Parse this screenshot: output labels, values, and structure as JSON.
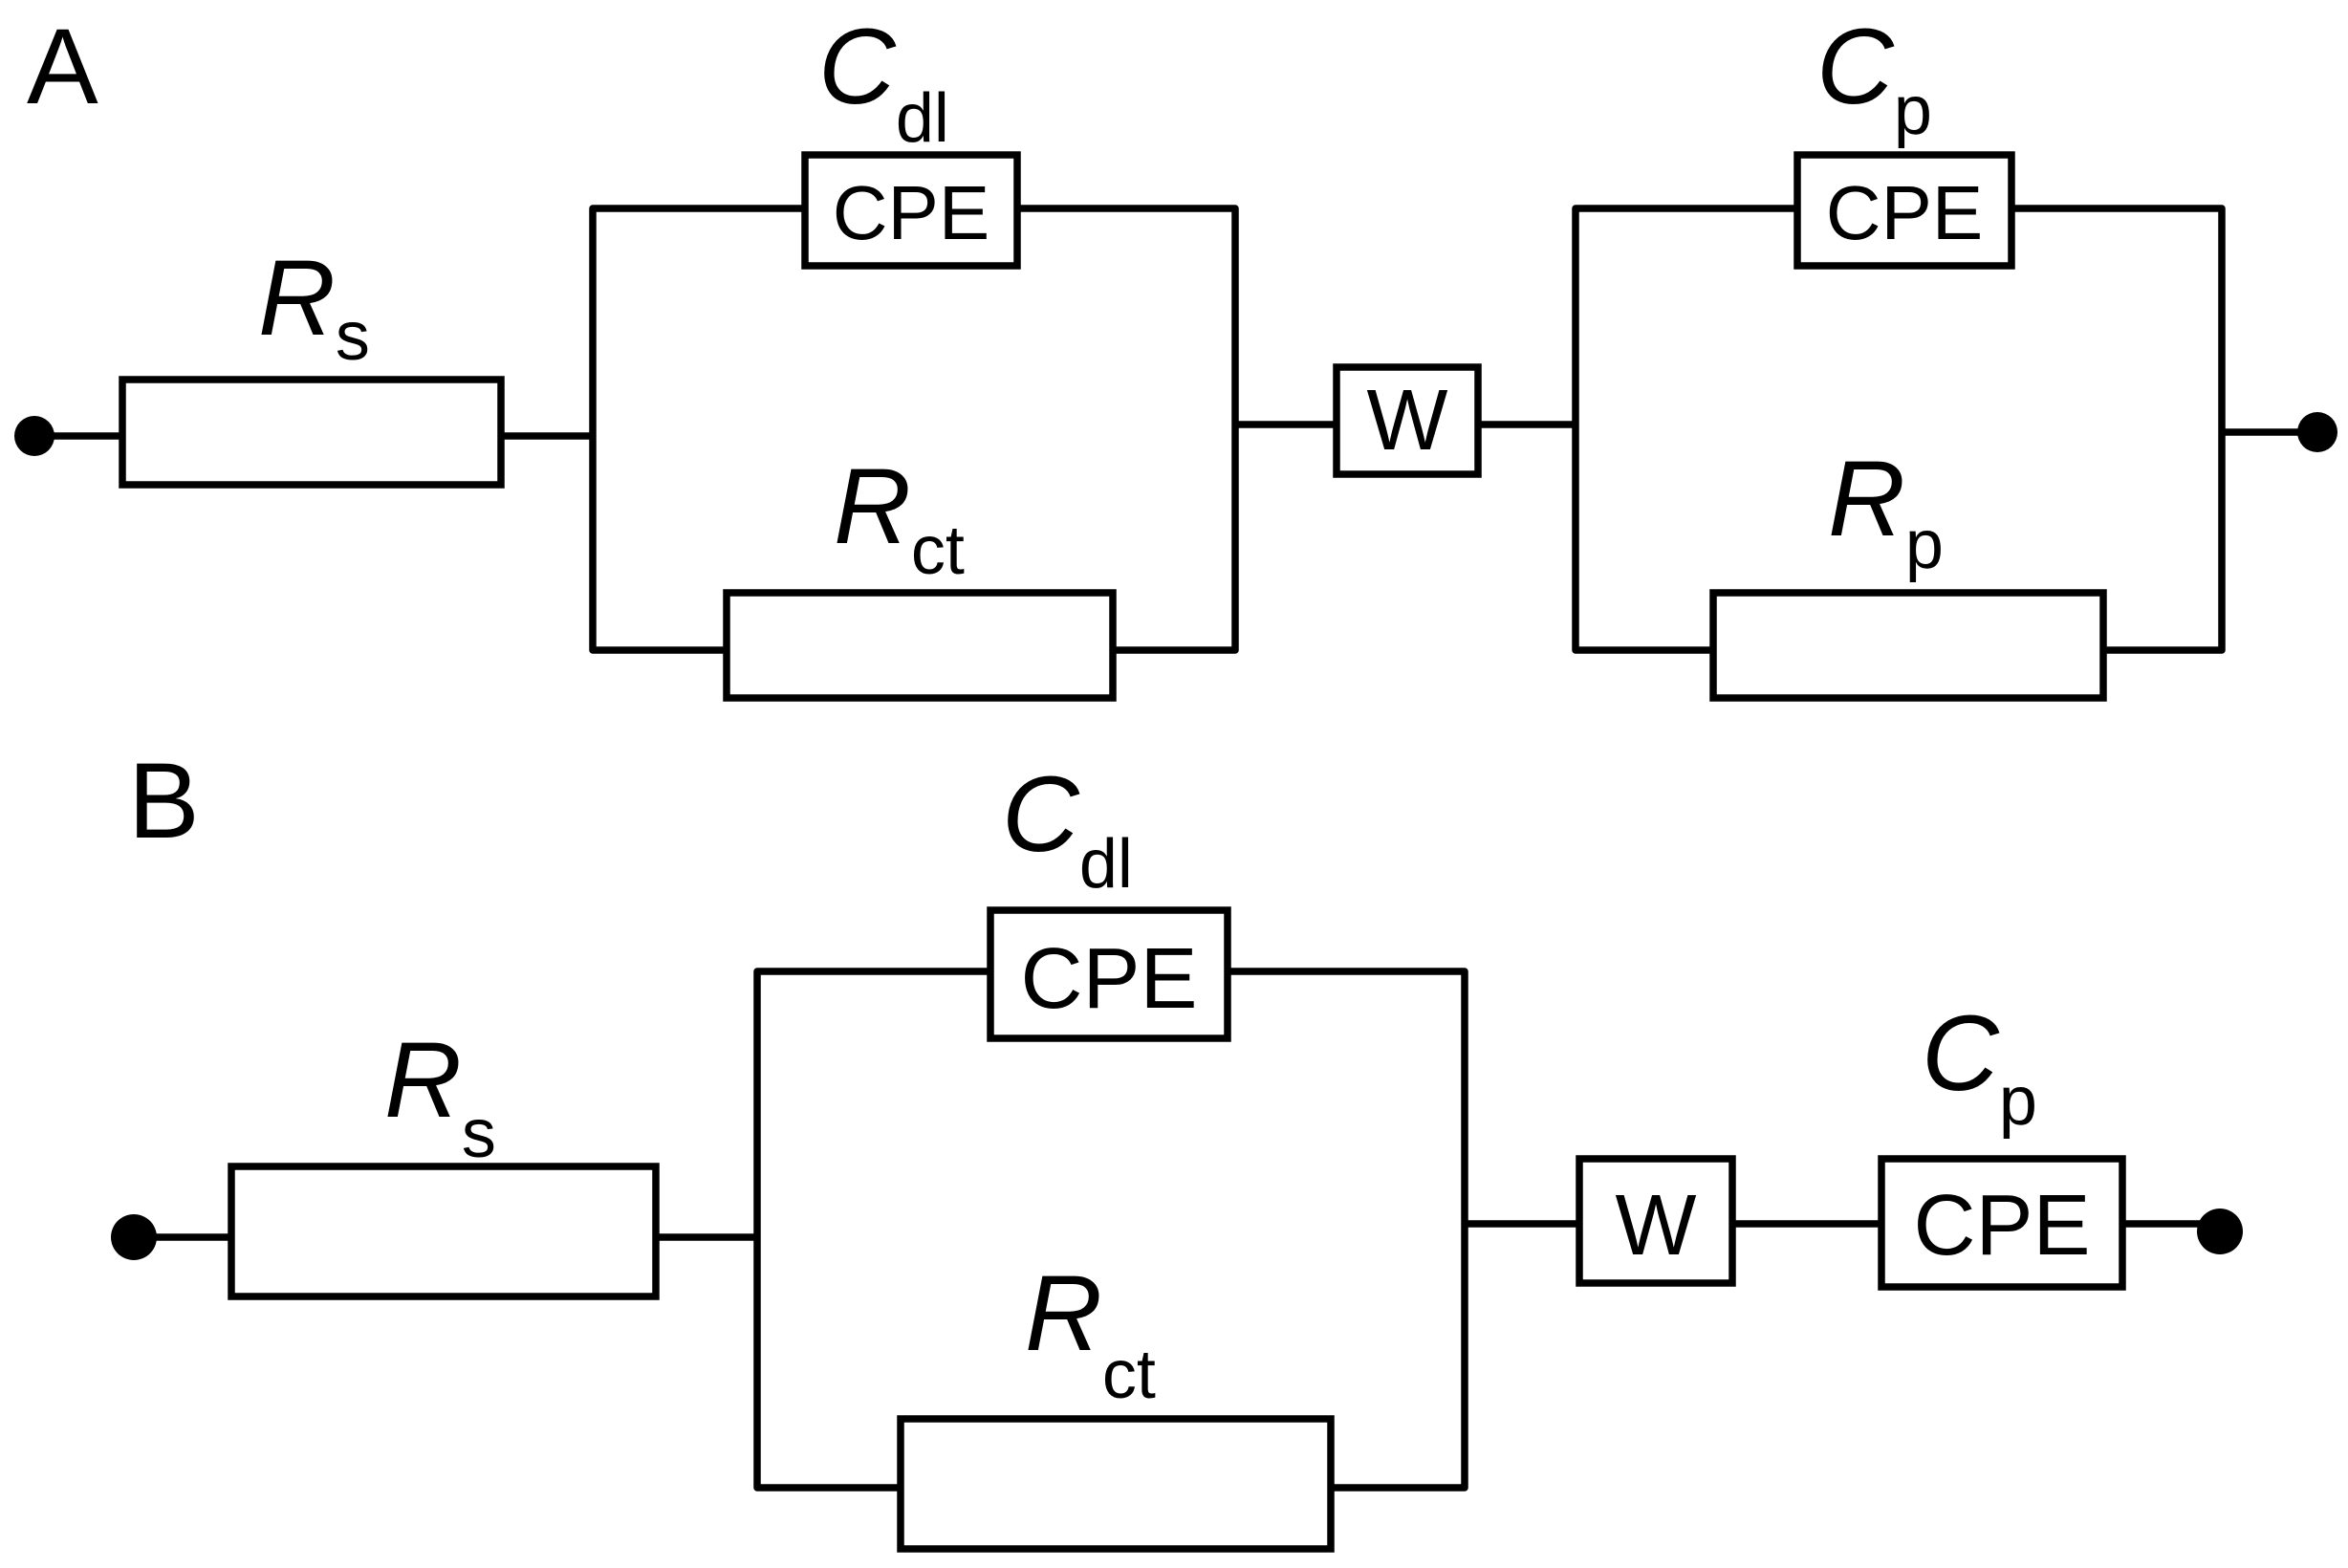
{
  "panels": {
    "a": {
      "label": "A",
      "rs": {
        "symbol": "R",
        "sub": "s"
      },
      "cdl": {
        "symbol": "C",
        "sub": "dl",
        "box": "CPE"
      },
      "rct": {
        "symbol": "R",
        "sub": "ct"
      },
      "w": {
        "box": "W"
      },
      "cp": {
        "symbol": "C",
        "sub": "p",
        "box": "CPE"
      },
      "rp": {
        "symbol": "R",
        "sub": "p"
      }
    },
    "b": {
      "label": "B",
      "rs": {
        "symbol": "R",
        "sub": "s"
      },
      "cdl": {
        "symbol": "C",
        "sub": "dl",
        "box": "CPE"
      },
      "rct": {
        "symbol": "R",
        "sub": "ct"
      },
      "w": {
        "box": "W"
      },
      "cp": {
        "symbol": "C",
        "sub": "p",
        "box": "CPE"
      }
    }
  }
}
